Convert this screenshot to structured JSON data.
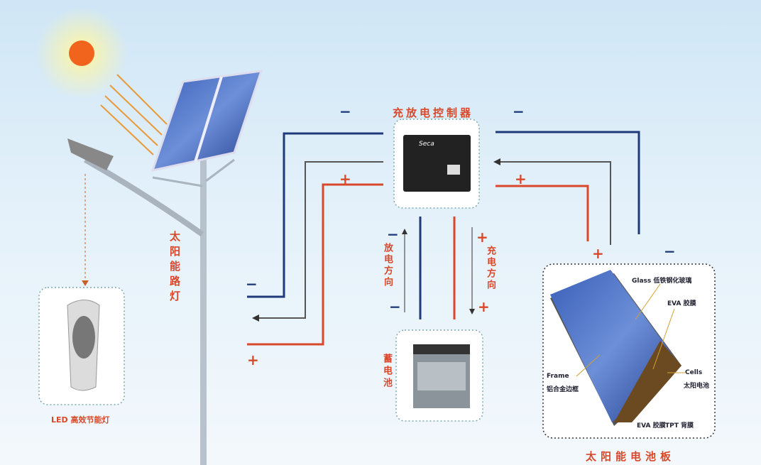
{
  "labels": {
    "controller": "充放电控制器",
    "street_lamp": "太阳能路灯",
    "discharge": "放电方向",
    "charge": "充电方向",
    "battery": "蓄电池",
    "led_lamp": "LED 高效节能灯",
    "solar_panel": "太阳能电池板"
  },
  "panel_parts": {
    "glass": "Glass 低铁钢化玻璃",
    "eva_top": "EVA 胶膜",
    "cells_en": "Cells",
    "cells_cn": "太阳电池",
    "frame_en": "Frame",
    "frame_cn": "铝合金边框",
    "eva_bottom": "EVA 胶膜",
    "tpt": "TPT 背膜"
  },
  "signs": {
    "neg": "−",
    "pos": "+"
  },
  "controller_brand": "Seca",
  "colors": {
    "negative": "#1f3a7a",
    "positive": "#d9482a",
    "signal": "#555"
  }
}
